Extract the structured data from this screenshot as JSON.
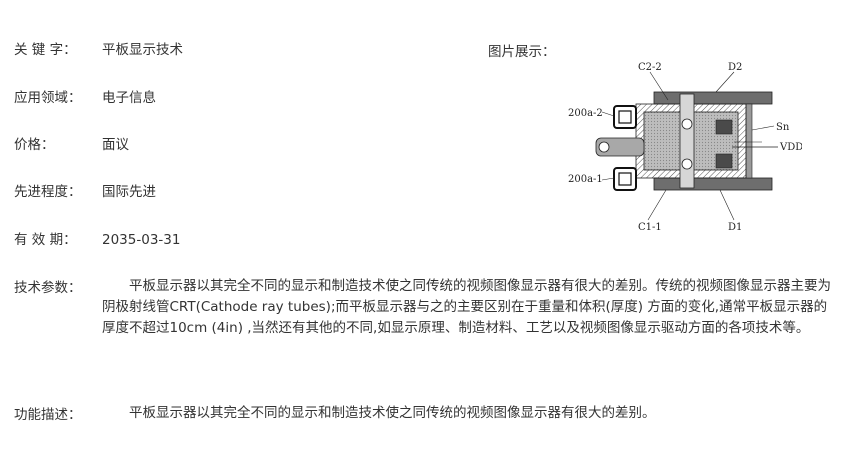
{
  "fields": {
    "keyword": {
      "label": "关 键 字：",
      "value": "平板显示技术"
    },
    "domain": {
      "label": "应用领域：",
      "value": "电子信息"
    },
    "price": {
      "label": "价格：",
      "value": "面议"
    },
    "level": {
      "label": "先进程度：",
      "value": "国际先进"
    },
    "validity": {
      "label": "有 效 期：",
      "value": "2035-03-31"
    }
  },
  "image": {
    "label": "图片展示：",
    "callouts": {
      "c22": "C2-2",
      "d2": "D2",
      "a2": "200a-2",
      "sn": "Sn",
      "vdd": "VDD",
      "a1": "200a-1",
      "c11": "C1-1",
      "d1": "D1"
    }
  },
  "tech_params": {
    "label": "技术参数：",
    "text": "平板显示器以其完全不同的显示和制造技术使之同传统的视频图像显示器有很大的差别。传统的视频图像显示器主要为阴极射线管CRT(Cathode ray tubes);而平板显示器与之的主要区别在于重量和体积(厚度) 方面的变化,通常平板显示器的厚度不超过10cm (4in) ,当然还有其他的不同,如显示原理、制造材料、工艺以及视频图像显示驱动方面的各项技术等。"
  },
  "function_desc": {
    "label": "功能描述：",
    "text": "平板显示器以其完全不同的显示和制造技术使之同传统的视频图像显示器有很大的差别。"
  }
}
